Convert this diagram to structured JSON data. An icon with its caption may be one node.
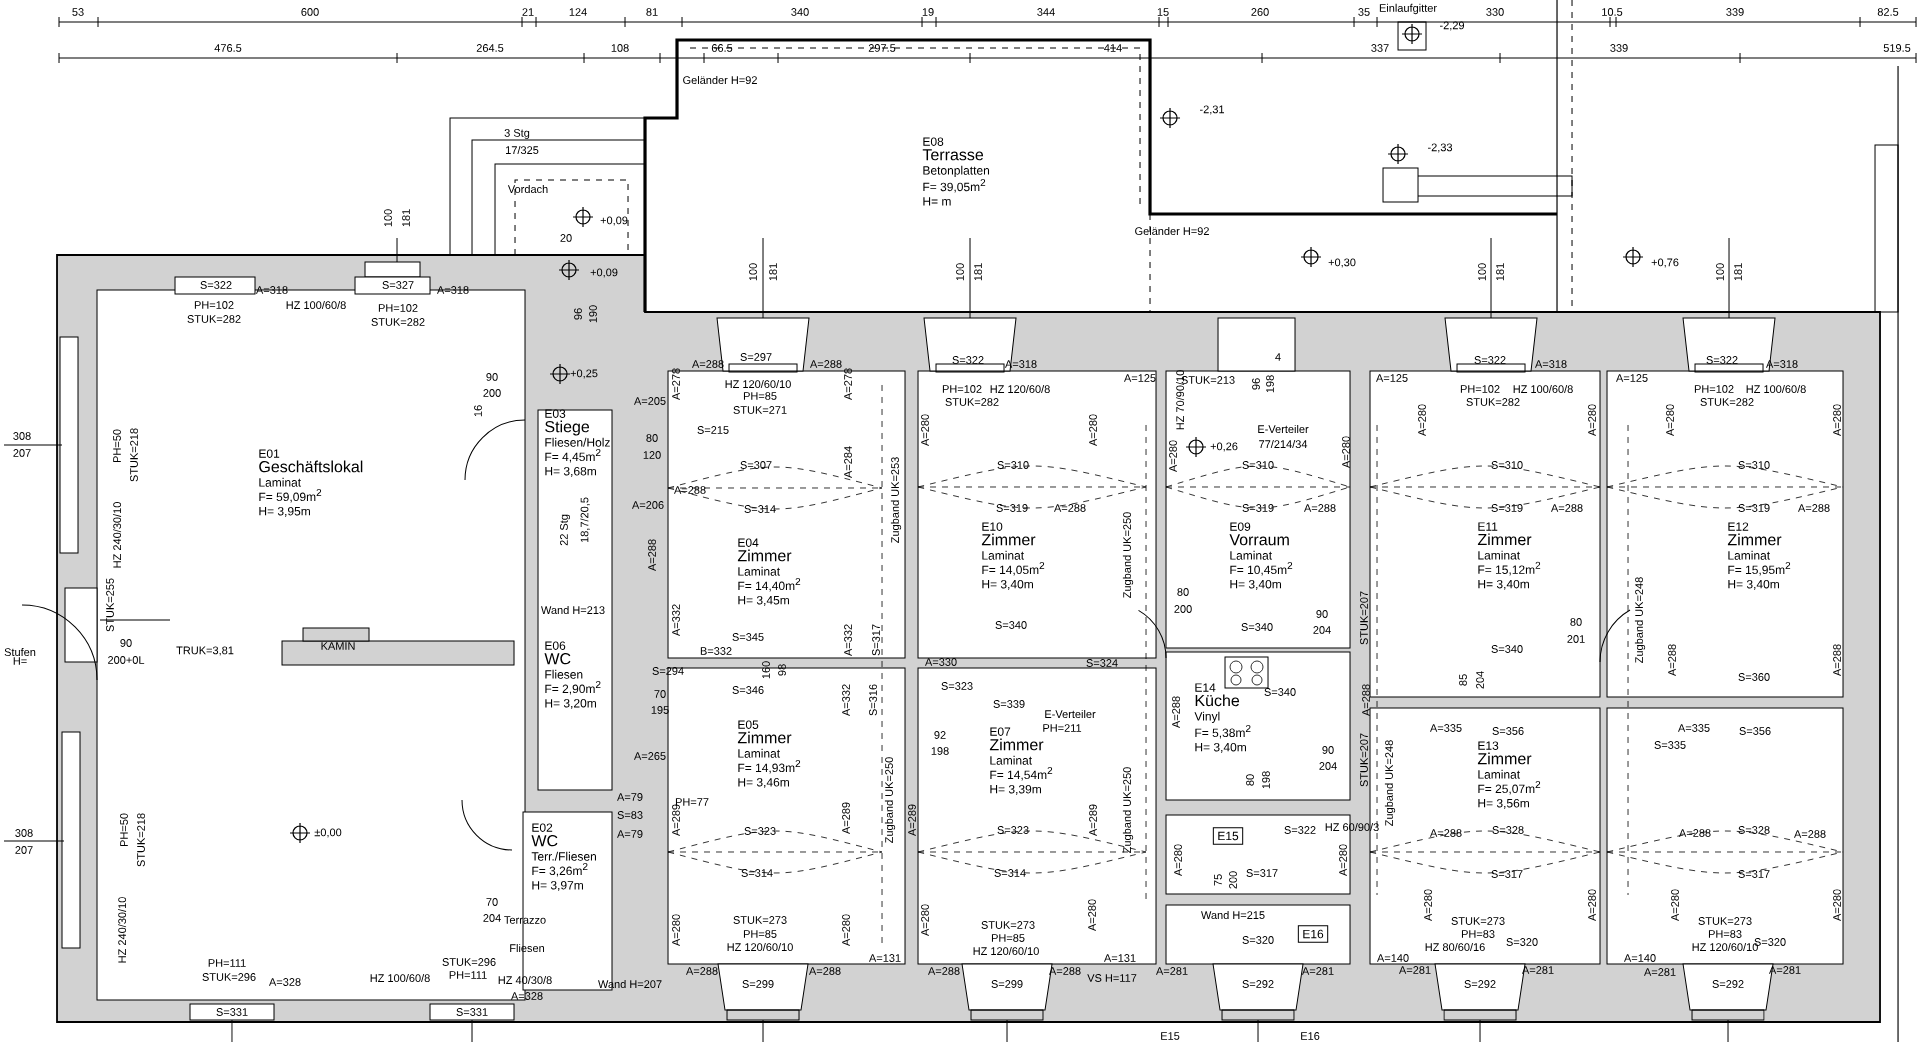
{
  "diagram": {
    "nodes": [
      {
        "text": [
          "E08",
          "Terrasse",
          "Betonplatten",
          "F= 39,05m$^{2}$",
          "H= m"
        ]
      },
      {
        "text": [
          "E01",
          "Geschäftslokal",
          "Laminat",
          "F= 59,09m$^{2}$",
          "H= 3,95m"
        ]
      },
      {
        "text": [
          "E03",
          "Stiege",
          "Fliesen/Holz",
          "F= 4,45m$^{2}$",
          "H= 3,68m"
        ]
      },
      {
        "text": [
          "E04",
          "Zimmer",
          "Laminat",
          "F= 14,40m$^{2}$",
          "H= 3,45m"
        ]
      },
      {
        "text": [
          "E10",
          "Zimmer",
          "Laminat",
          "F= 14,05m$^{2}$",
          "H= 3,40m"
        ]
      },
      {
        "text": [
          "E09",
          "Vorraum",
          "Laminat",
          "F= 10,45m$^{2}$",
          "H= 3,40m"
        ]
      },
      {
        "text": [
          "E11",
          "Zimmer",
          "Laminat",
          "F= 15,12m$^{2}$",
          "H= 3,40m"
        ]
      },
      {
        "text": [
          "E12",
          "Zimmer",
          "Laminat",
          "F= 15,95m$^{2}$",
          "H= 3,40m"
        ]
      },
      {
        "text": [
          "E06",
          "WC",
          "Fliesen",
          "F= 2,90m$^{2}$",
          "H= 3,20m"
        ]
      },
      {
        "text": [
          "E14",
          "Küche",
          "Vinyl",
          "F= 5,38m$^{2}$",
          "H= 3,40m"
        ]
      },
      {
        "text": [
          "E05",
          "Zimmer",
          "Laminat",
          "F= 14,93m$^{2}$",
          "H= 3,46m"
        ]
      },
      {
        "text": [
          "E07",
          "Zimmer",
          "Laminat",
          "F= 14,54m$^{2}$",
          "H= 3,39m"
        ]
      },
      {
        "text": [
          "E13",
          "Zimmer",
          "Laminat",
          "F= 25,07m$^{2}$",
          "H= 3,56m"
        ]
      },
      {
        "text": [
          "E02",
          "WC",
          "Terr./Fliesen",
          "F= 3,26m$^{2}$",
          "H= 3,97m"
        ]
      },
      {
        "text": [
          "E15"
        ]
      },
      {
        "text": [
          "E16"
        ]
      }
    ],
    "labels": [
      "53",
      "600",
      "21",
      "124",
      "81",
      "340",
      "19",
      "344",
      "15",
      "260",
      "35",
      "330",
      "10.5",
      "339",
      "82.5",
      "476.5",
      "264.5",
      "108",
      "66.5",
      "297.5",
      "414",
      "337",
      "339",
      "519.5",
      "Einlaufgitter",
      "-2,29",
      "Geländer H=92",
      "3 Stg",
      "17/325",
      "-2,31",
      "-2,33",
      "Vordach",
      "+0,09",
      "100",
      "181",
      "20",
      "Geländer H=92",
      "+0,30",
      "+0,76",
      "100",
      "181",
      "100",
      "181",
      "100",
      "181",
      "100",
      "181",
      "+0,09",
      "S=322",
      "A=318",
      "S=327",
      "A=318",
      "PH=102",
      "HZ 100/60/8",
      "PH=102",
      "STUK=282",
      "STUK=282",
      "96",
      "190",
      "90",
      "+0,25",
      "S=297",
      "A=288",
      "A=288",
      "S=322",
      "A=318",
      "S=322",
      "A=318",
      "S=322",
      "A=318",
      "STUK=213",
      "4",
      "96",
      "198",
      "A=125",
      "A=125",
      "A=125",
      "HZ 120/60/10",
      "PH=102",
      "HZ 120/60/8",
      "PH=102",
      "HZ 100/60/8",
      "PH=102",
      "HZ 100/60/8",
      "200",
      "PH=85",
      "STUK=282",
      "STUK=282",
      "STUK=282",
      "A=278",
      "A=278",
      "A=205",
      "HZ 70/90/10",
      "16",
      "STUK=271",
      "A=280",
      "A=280",
      "A=280",
      "A=280",
      "A=280",
      "A=280",
      "S=215",
      "E-Verteiler",
      "308",
      "207",
      "PH=50",
      "STUK=218",
      "80",
      "120",
      "+0,26",
      "77/214/34",
      "A=280",
      "A=280",
      "S=307",
      "S=310",
      "S=310",
      "S=310",
      "S=310",
      "A=284",
      "A=288",
      "A=206",
      "S=314",
      "S=319",
      "A=288",
      "S=319",
      "A=288",
      "S=319",
      "A=288",
      "S=319",
      "A=288",
      "Zugband UK=253",
      "Zugband UK=250",
      "22 Stg",
      "18,7/20,5",
      "HZ 240/30/10",
      "A=288",
      "STUK=255",
      "80",
      "200",
      "90",
      "204",
      "STUK=207",
      "Wand H=213",
      "80",
      "201",
      "Zugband UK=248",
      "A=332",
      "S=345",
      "S=340",
      "S=340",
      "S=340",
      "A=332",
      "S=317",
      "90",
      "TRUK=3,81",
      "KAMIN",
      "Stufen",
      "H=",
      "200+0L",
      "B=332",
      "A=330",
      "S=324",
      "A=288",
      "A=288",
      "S=360",
      "85",
      "204",
      "160",
      "98",
      "S=294",
      "70",
      "195",
      "S=346",
      "A=332",
      "S=316",
      "S=323",
      "S=340",
      "S=339",
      "A=288",
      "A=288",
      "E-Verteiler",
      "PH=211",
      "A=335",
      "S=356",
      "A=335",
      "S=356",
      "S=335",
      "92",
      "198",
      "90",
      "204",
      "STUK=207",
      "A=265",
      "80",
      "198",
      "Zugband UK=248",
      "A=79",
      "PH=77",
      "Zugband UK=250",
      "S=83",
      "A=289",
      "A=289",
      "A=289",
      "A=289",
      "Zugband UK=250",
      "308",
      "PH=50",
      "STUK=218",
      "±0,00",
      "A=79",
      "S=323",
      "S=323",
      "S=322",
      "HZ 60/90/3",
      "A=288",
      "S=328",
      "A=288",
      "S=328",
      "A=288",
      "207",
      "A=280",
      "A=280",
      "S=314",
      "S=314",
      "S=317",
      "S=317",
      "S=317",
      "75",
      "200",
      "70",
      "Wand H=215",
      "A=280",
      "A=280",
      "A=280",
      "A=280",
      "A=280",
      "A=280",
      "A=280",
      "A=280",
      "204",
      "Terrazzo",
      "HZ 240/30/10",
      "STUK=273",
      "STUK=273",
      "STUK=273",
      "STUK=273",
      "PH=85",
      "PH=85",
      "S=320",
      "PH=83",
      "S=320",
      "PH=83",
      "S=320",
      "Fliesen",
      "HZ 120/60/10",
      "HZ 120/60/10",
      "HZ 80/60/16",
      "HZ 120/60/10",
      "A=131",
      "A=131",
      "A=140",
      "A=140",
      "PH=111",
      "STUK=296",
      "STUK=296",
      "A=328",
      "HZ 100/60/8",
      "PH=111",
      "HZ 40/30/8",
      "Wand H=207",
      "A=288",
      "A=288",
      "A=288",
      "A=288",
      "VS H=117",
      "A=281",
      "A=281",
      "A=281",
      "A=281",
      "A=281",
      "A=281",
      "S=331",
      "S=331",
      "A=328",
      "S=299",
      "S=299",
      "S=292",
      "S=292",
      "S=292",
      "E15",
      "E16"
    ]
  }
}
